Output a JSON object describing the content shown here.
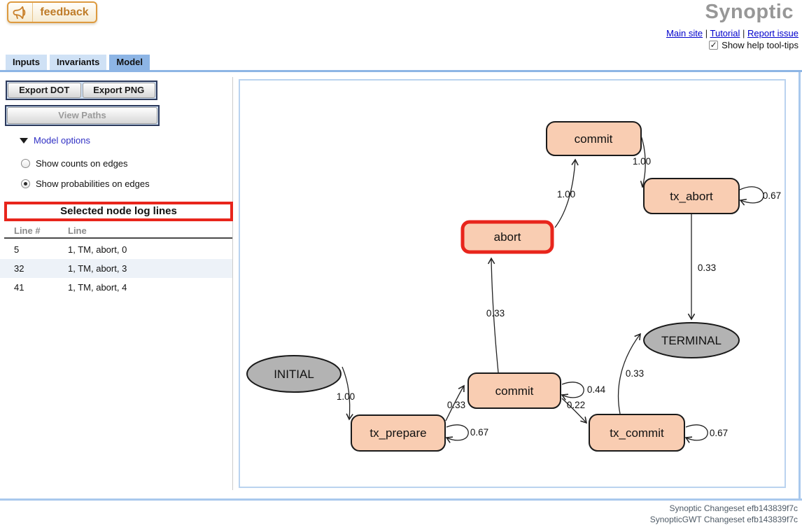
{
  "header": {
    "feedback_label": "feedback",
    "title": "Synoptic",
    "links": [
      {
        "label": "Main site"
      },
      {
        "label": "Tutorial"
      },
      {
        "label": "Report issue"
      }
    ],
    "link_separator": "|",
    "tooltips_label": "Show help tool-tips",
    "tooltips_checked": true,
    "checkmark_glyph": "✓"
  },
  "tabs": [
    {
      "label": "Inputs",
      "selected": false
    },
    {
      "label": "Invariants",
      "selected": false
    },
    {
      "label": "Model",
      "selected": true
    }
  ],
  "sidebar": {
    "export_dot_label": "Export DOT",
    "export_png_label": "Export PNG",
    "view_paths_label": "View Paths",
    "view_paths_enabled": false,
    "model_options_label": "Model options",
    "radios": [
      {
        "label": "Show counts on edges",
        "selected": false
      },
      {
        "label": "Show probabilities on edges",
        "selected": true
      }
    ],
    "log_lines_title": "Selected node log lines",
    "table": {
      "columns": [
        "Line #",
        "Line"
      ],
      "rows": [
        {
          "line_num": "5",
          "line": "1, TM, abort, 0",
          "highlighted": false
        },
        {
          "line_num": "32",
          "line": "1, TM, abort, 3",
          "highlighted": true
        },
        {
          "line_num": "41",
          "line": "1, TM, abort, 4",
          "highlighted": false
        }
      ]
    }
  },
  "graph": {
    "selected_node": "abort",
    "nodes": [
      {
        "id": "commit-top",
        "label": "commit",
        "type": "event"
      },
      {
        "id": "tx_abort",
        "label": "tx_abort",
        "type": "event"
      },
      {
        "id": "abort",
        "label": "abort",
        "type": "event-selected"
      },
      {
        "id": "TERMINAL",
        "label": "TERMINAL",
        "type": "terminal"
      },
      {
        "id": "INITIAL",
        "label": "INITIAL",
        "type": "initial"
      },
      {
        "id": "commit-mid",
        "label": "commit",
        "type": "event"
      },
      {
        "id": "tx_prepare",
        "label": "tx_prepare",
        "type": "event"
      },
      {
        "id": "tx_commit",
        "label": "tx_commit",
        "type": "event"
      }
    ],
    "edges": [
      {
        "from": "abort",
        "to": "commit-top",
        "label": "1.00"
      },
      {
        "from": "commit-top",
        "to": "tx_abort",
        "label": "1.00"
      },
      {
        "from": "tx_abort",
        "to": "tx_abort",
        "label": "0.67"
      },
      {
        "from": "tx_abort",
        "to": "TERMINAL",
        "label": "0.33"
      },
      {
        "from": "commit-mid",
        "to": "abort",
        "label": "0.33"
      },
      {
        "from": "commit-mid",
        "to": "commit-mid",
        "label": "0.44"
      },
      {
        "from": "commit-mid",
        "to": "tx_commit",
        "label": "0.22"
      },
      {
        "from": "tx_commit",
        "to": "TERMINAL",
        "label": "0.33"
      },
      {
        "from": "tx_commit",
        "to": "tx_commit",
        "label": "0.67"
      },
      {
        "from": "tx_prepare",
        "to": "commit-mid",
        "label": "0.33"
      },
      {
        "from": "tx_prepare",
        "to": "tx_prepare",
        "label": "0.67"
      },
      {
        "from": "INITIAL",
        "to": "tx_prepare",
        "label": "1.00"
      }
    ],
    "colors": {
      "node_fill": "#f9cdb2",
      "node_border": "#1a1a1a",
      "selected_node_border": "#e8251c",
      "terminal_fill": "#b3b3b3"
    }
  },
  "footer": {
    "lines": [
      "Synoptic Changeset efb143839f7c",
      "SynopticGWT Changeset efb143839f7c"
    ]
  },
  "colors": {
    "tab_selected": "#8db5e5",
    "tab_unselected": "#cfe1f5",
    "panel_border_blue": "#a9c8ed",
    "accent_red": "#e8251c",
    "link_blue": "#0000cc",
    "feedback_orange": "#bf7c28"
  }
}
